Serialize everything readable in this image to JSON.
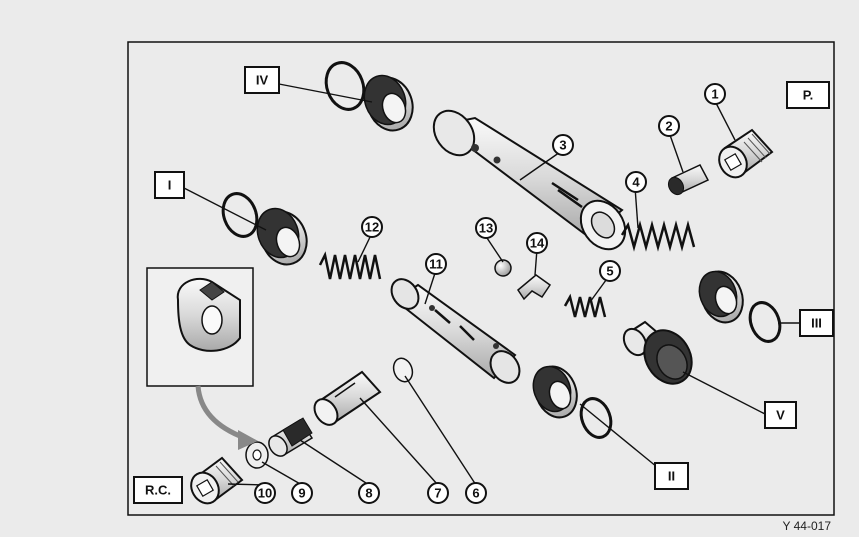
{
  "figure_code": "Y 44-017",
  "roman_labels": [
    {
      "id": "IV",
      "text": "IV"
    },
    {
      "id": "I",
      "text": "I"
    },
    {
      "id": "III",
      "text": "III"
    },
    {
      "id": "V",
      "text": "V"
    },
    {
      "id": "II",
      "text": "II"
    }
  ],
  "corner_labels": [
    {
      "id": "P",
      "text": "P."
    },
    {
      "id": "RC",
      "text": "R.C."
    }
  ],
  "number_labels": [
    "1",
    "2",
    "3",
    "4",
    "5",
    "6",
    "7",
    "8",
    "9",
    "10",
    "11",
    "12",
    "13",
    "14"
  ]
}
